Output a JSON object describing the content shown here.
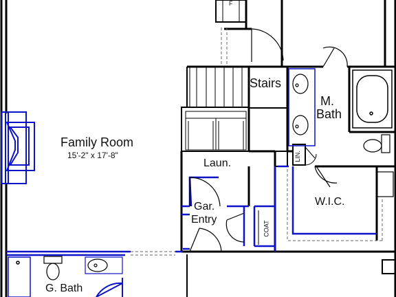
{
  "rooms": {
    "family_room": {
      "name": "Family Room",
      "dims": "15'-2\" x 17'-8\""
    },
    "stairs": "Stairs",
    "m_bath": {
      "line1": "M.",
      "line2": "Bath"
    },
    "laundry": "Laun.",
    "wic": "W.I.C.",
    "garage_entry": {
      "line1": "Gar.",
      "line2": "Entry"
    },
    "g_bath": "G. Bath"
  },
  "closets": {
    "linen": "LIN.",
    "coat": "COAT"
  },
  "appliance_marker": "F",
  "colors": {
    "wall": "#000000",
    "fixture": "#0b12c8",
    "dashed": "#555555",
    "background": "#ffffff"
  }
}
